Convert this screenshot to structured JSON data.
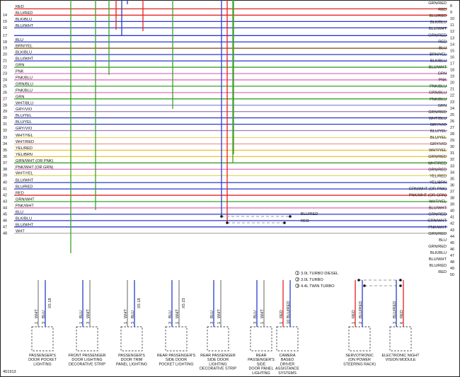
{
  "diagram_id": "451913",
  "page_numbers": [
    "8",
    "9",
    "10",
    "11",
    "12",
    "13",
    "14",
    "15",
    "16",
    "17",
    "18",
    "19",
    "20",
    "21",
    "22",
    "23",
    "24",
    "25",
    "26",
    "27",
    "28",
    "29",
    "30",
    "31",
    "32",
    "33",
    "34",
    "35",
    "36",
    "37",
    "38",
    "39",
    "40",
    "41",
    "42",
    "43",
    "44",
    "45",
    "46",
    "47",
    "48",
    "49",
    "50"
  ],
  "left_wires": [
    {
      "num": "",
      "label": "RED",
      "color": "#e62020"
    },
    {
      "num": "14",
      "label": "BLU/RED",
      "color": "#e62020"
    },
    {
      "num": "15",
      "label": "BLK/BLU",
      "color": "#2a3ad0"
    },
    {
      "num": "16",
      "label": "BLU/WHT",
      "color": "#2a3ad0"
    },
    {
      "num": "17",
      "label": "",
      "color": "#2a3ad0"
    },
    {
      "num": "18",
      "label": "BLU",
      "color": "#2a3ad0"
    },
    {
      "num": "19",
      "label": "BRN/YEL",
      "color": "#8a5a2a"
    },
    {
      "num": "20",
      "label": "BLK/BLU",
      "color": "#2a3ad0"
    },
    {
      "num": "21",
      "label": "BLU/WHT",
      "color": "#2a3ad0"
    },
    {
      "num": "22",
      "label": "GRN",
      "color": "#3aa02a"
    },
    {
      "num": "23",
      "label": "PNK",
      "color": "#e070c0"
    },
    {
      "num": "24",
      "label": "PNK/BLU",
      "color": "#e070c0"
    },
    {
      "num": "25",
      "label": "GRN/BLU",
      "color": "#3aa02a"
    },
    {
      "num": "26",
      "label": "PNK/BLU",
      "color": "#e070c0"
    },
    {
      "num": "27",
      "label": "GRN",
      "color": "#3aa02a"
    },
    {
      "num": "28",
      "label": "WHT/BLU",
      "color": "#8a8ad8"
    },
    {
      "num": "29",
      "label": "GRY/VIO",
      "color": "#a08ab8"
    },
    {
      "num": "30",
      "label": "BLU/YEL",
      "color": "#2a3ad0"
    },
    {
      "num": "31",
      "label": "BLU/YEL",
      "color": "#2a3ad0"
    },
    {
      "num": "32",
      "label": "GRY/VIO",
      "color": "#a08ab8"
    },
    {
      "num": "33",
      "label": "WHT/YEL",
      "color": "#e6d86a"
    },
    {
      "num": "34",
      "label": "WHT/RED",
      "color": "#f0a0a0"
    },
    {
      "num": "35",
      "label": "YEL/RED",
      "color": "#e6c830"
    },
    {
      "num": "36",
      "label": "YEL/BRN",
      "color": "#e6c830"
    },
    {
      "num": "37",
      "label": "GRN/WHT   (OR PNK)",
      "color": "#3aa02a"
    },
    {
      "num": "38",
      "label": "PNK/WHT   (OR GRN)",
      "color": "#e070c0"
    },
    {
      "num": "39",
      "label": "WHT/YEL",
      "color": "#e6d86a"
    },
    {
      "num": "40",
      "label": "BLU/WHT",
      "color": "#2a3ad0"
    },
    {
      "num": "41",
      "label": "BLU/RED",
      "color": "#2a3ad0"
    },
    {
      "num": "42",
      "label": "RED",
      "color": "#e62020"
    },
    {
      "num": "43",
      "label": "GRN/WHT",
      "color": "#3aa02a"
    },
    {
      "num": "44",
      "label": "PNK/WHT",
      "color": "#e070c0"
    },
    {
      "num": "45",
      "label": "BLU",
      "color": "#2a3ad0"
    },
    {
      "num": "46",
      "label": "BLK/BLU",
      "color": "#2a3ad0"
    },
    {
      "num": "47",
      "label": "BLU/WHT",
      "color": "#2a3ad0"
    },
    {
      "num": "48",
      "label": "WHT",
      "color": "#b0b0b0"
    }
  ],
  "right_wires": [
    {
      "label": "GRN/RED",
      "color": "#3aa02a"
    },
    {
      "label": "RED",
      "color": "#e62020"
    },
    {
      "label": "BLU/RED",
      "color": "#e62020"
    },
    {
      "label": "BLK/BLU",
      "color": "#2a3ad0"
    },
    {
      "label": "BLU/WHT",
      "color": "#2a3ad0"
    },
    {
      "label": "GRN/RED",
      "color": "#3aa02a"
    },
    {
      "label": "RED",
      "color": "#e62020"
    },
    {
      "label": "BLU",
      "color": "#2a3ad0"
    },
    {
      "label": "BRN/YEL",
      "color": "#8a5a2a"
    },
    {
      "label": "BLK/BLU",
      "color": "#2a3ad0"
    },
    {
      "label": "BLU/WHT",
      "color": "#2a3ad0"
    },
    {
      "label": "GRN",
      "color": "#3aa02a"
    },
    {
      "label": "PNK",
      "color": "#e070c0"
    },
    {
      "label": "PNK/BLU",
      "color": "#e070c0"
    },
    {
      "label": "GRN/BLU",
      "color": "#3aa02a"
    },
    {
      "label": "PNK/BLU",
      "color": "#e070c0"
    },
    {
      "label": "GRN",
      "color": "#3aa02a"
    },
    {
      "label": "GRN/RED",
      "color": "#3aa02a"
    },
    {
      "label": "WHT/BLU",
      "color": "#8a8ad8"
    },
    {
      "label": "GRY/VIO",
      "color": "#a08ab8"
    },
    {
      "label": "BLU/YEL",
      "color": "#2a3ad0"
    },
    {
      "label": "BLU/YEL",
      "color": "#2a3ad0"
    },
    {
      "label": "GRY/VIO",
      "color": "#a08ab8"
    },
    {
      "label": "WHT/YEL",
      "color": "#e6d86a"
    },
    {
      "label": "GRN/RED",
      "color": "#3aa02a"
    },
    {
      "label": "WHT/RED",
      "color": "#f0a0a0"
    },
    {
      "label": "GRN/RED",
      "color": "#3aa02a"
    },
    {
      "label": "YEL/RED",
      "color": "#e6c830"
    },
    {
      "label": "YEL/BRN",
      "color": "#e6c830"
    },
    {
      "label": "GRN/WHT   (OR PNK)",
      "color": "#3aa02a"
    },
    {
      "label": "PNK/WHT   (OR GRN)",
      "color": "#e070c0"
    },
    {
      "label": "WHT/YEL",
      "color": "#e6d86a"
    },
    {
      "label": "BLU/WHT",
      "color": "#2a3ad0"
    },
    {
      "label": "GRN/RED",
      "color": "#3aa02a"
    },
    {
      "label": "GRN/WHT",
      "color": "#3aa02a"
    },
    {
      "label": "PNK/WHT",
      "color": "#e070c0"
    },
    {
      "label": "GRN/RED",
      "color": "#3aa02a"
    },
    {
      "label": "BLU",
      "color": "#2a3ad0"
    },
    {
      "label": "GRN/RED",
      "color": "#3aa02a"
    },
    {
      "label": "BLK/BLU",
      "color": "#2a3ad0"
    },
    {
      "label": "BLU/WHT",
      "color": "#2a3ad0"
    },
    {
      "label": "BLU/RED",
      "color": "#2a3ad0"
    },
    {
      "label": "RED",
      "color": "#e62020"
    }
  ],
  "mid_labels": {
    "blu_red": "BLU/RED",
    "red": "RED"
  },
  "legend": [
    {
      "n": "1",
      "text": "3.0L TURBO DIESEL"
    },
    {
      "n": "2",
      "text": "3.0L TURBO"
    },
    {
      "n": "3",
      "text": "4.4L TWIN TURBO"
    }
  ],
  "components": [
    {
      "name": "PASSENGER'S DOOR POCKET LIGHTING",
      "lines": [
        "PASSENGER'S",
        "DOOR POCKET",
        "LIGHTING"
      ],
      "pins": [
        "1",
        "3"
      ],
      "wires": [
        "WHT",
        "BLU"
      ],
      "conn": "X5 18"
    },
    {
      "name": "FRONT PASSENGER DOOR LIGHTING DECORATIVE STRIP",
      "lines": [
        "FRONT PASSENGER",
        "DOOR LIGHTING",
        "DECORATIVE STRIP"
      ],
      "pins": [
        "1",
        "3"
      ],
      "wires": [
        "BLU",
        "WHT"
      ],
      "conn": ""
    },
    {
      "name": "PASSENGER'S DOOR TRIM PANEL LIGHTING",
      "lines": [
        "PASSENGER'S",
        "DOOR TRIM",
        "PANEL LIGHTING"
      ],
      "pins": [
        "1",
        "3"
      ],
      "wires": [
        "WHT",
        "BLU"
      ],
      "conn": "X5 18"
    },
    {
      "name": "REAR PASSENGER'S SIDE DOOR POCKET LIGHTING",
      "lines": [
        "REAR PASSENGER'S",
        "SIDE DOOR",
        "POCKET LIGHTING"
      ],
      "pins": [
        "3",
        "1"
      ],
      "wires": [
        "BLU",
        "WHT"
      ],
      "conn": "X5 23"
    },
    {
      "name": "REAR PASSENGER SIDE DOOR LIGHTING DECORATIVE STRIP",
      "lines": [
        "REAR PASSENGER",
        "SIDE DOOR",
        "LIGHTING",
        "DECORATIVE STRIP"
      ],
      "pins": [
        "3",
        "1"
      ],
      "wires": [
        "BLU",
        "WHT"
      ],
      "conn": ""
    },
    {
      "name": "REAR PASSENGER'S SIDE DOOR PANEL LIGHTING",
      "lines": [
        "REAR",
        "PASSENGER'S",
        "SIDE",
        "DOOR PANEL",
        "LIGHTING"
      ],
      "pins": [
        "3",
        "1"
      ],
      "wires": [
        "BLU",
        "WHT"
      ],
      "conn": ""
    },
    {
      "name": "CAMERA BASED DRIVER ASSISTANCE SYSTEMS",
      "lines": [
        "CAMERA",
        "BASED",
        "DRIVER",
        "ASSISTANCE",
        "SYSTEMS"
      ],
      "pins": [
        "1",
        "10"
      ],
      "wires": [
        "RED",
        "BLU/RED"
      ],
      "conn": ""
    },
    {
      "name": "SERVOTRONIC (ON POWER STEERING RACK)",
      "lines": [
        "SERVOTRONIC",
        "(ON POWER",
        "STEERING RACK)"
      ],
      "pins": [
        "1",
        "2"
      ],
      "wires": [
        "RED",
        "BLU/RED"
      ],
      "conn": ""
    },
    {
      "name": "ELECTRONIC NIGHT VISION MODULE",
      "lines": [
        "ELECTRONIC NIGHT",
        "VISION MODULE"
      ],
      "pins": [
        "3",
        "6"
      ],
      "wires": [
        "BLU/RED",
        "RED"
      ],
      "conn": ""
    }
  ]
}
